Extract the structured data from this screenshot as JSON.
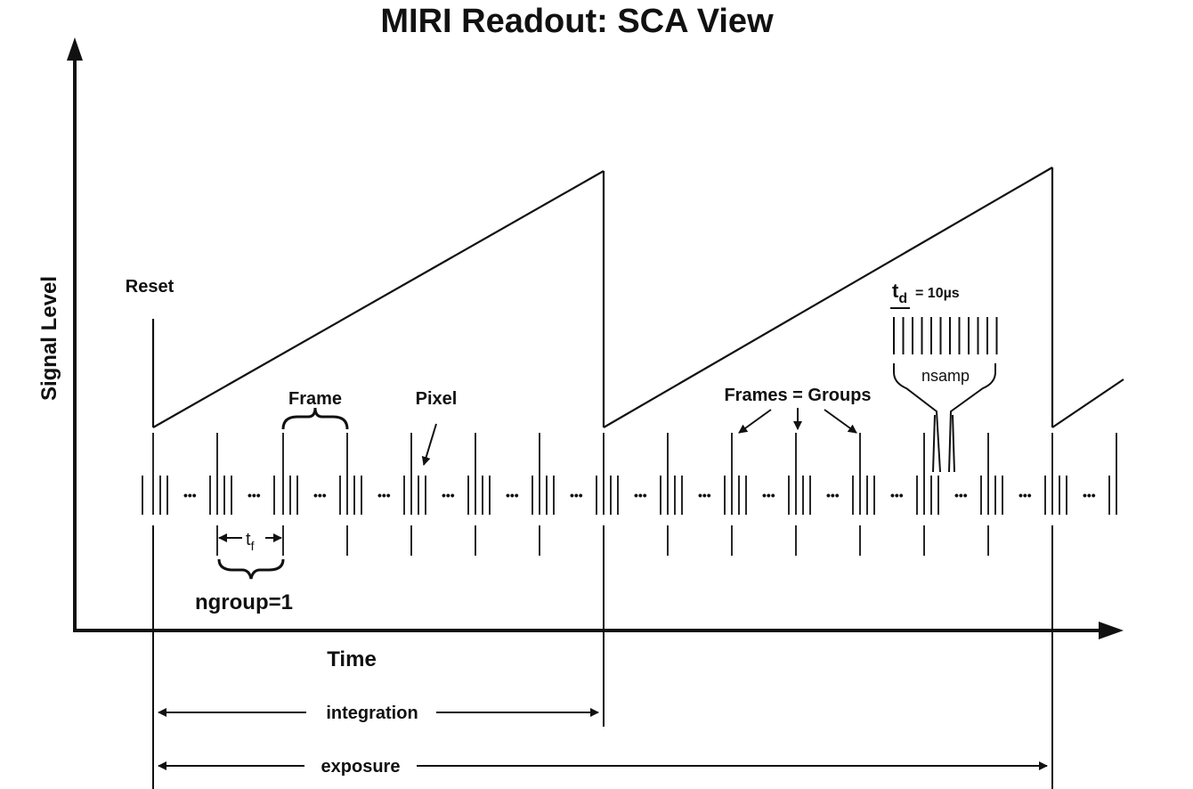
{
  "title": "MIRI Readout: SCA View",
  "y_axis_label": "Signal Level",
  "x_axis_label": "Time",
  "labels": {
    "reset": "Reset",
    "frame": "Frame",
    "pixel": "Pixel",
    "frames_groups": "Frames = Groups",
    "td_symbol": "t",
    "td_subscript": "d",
    "td_value": "= 10µs",
    "nsamp": "nsamp",
    "tf_symbol": "t",
    "tf_subscript": "f",
    "ngroup": "ngroup=1",
    "ellipsis": "•••",
    "integration": "integration",
    "exposure": "exposure"
  }
}
